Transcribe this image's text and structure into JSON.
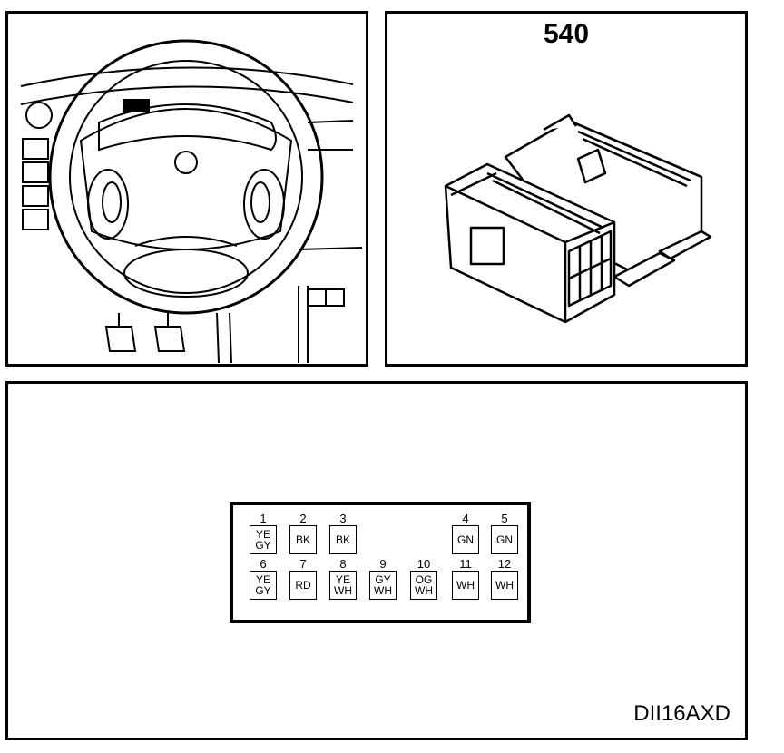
{
  "connector": {
    "number": "540",
    "figure_code": "DII16AXD"
  },
  "pins": [
    {
      "num": "1",
      "colors": [
        "YE",
        "GY"
      ]
    },
    {
      "num": "2",
      "colors": [
        "BK"
      ]
    },
    {
      "num": "3",
      "colors": [
        "BK"
      ]
    },
    {
      "num": "4",
      "colors": [
        "GN"
      ]
    },
    {
      "num": "5",
      "colors": [
        "GN"
      ]
    },
    {
      "num": "6",
      "colors": [
        "YE",
        "GY"
      ]
    },
    {
      "num": "7",
      "colors": [
        "RD"
      ]
    },
    {
      "num": "8",
      "colors": [
        "YE",
        "WH"
      ]
    },
    {
      "num": "9",
      "colors": [
        "GY",
        "WH"
      ]
    },
    {
      "num": "10",
      "colors": [
        "OG",
        "WH"
      ]
    },
    {
      "num": "11",
      "colors": [
        "WH"
      ]
    },
    {
      "num": "12",
      "colors": [
        "WH"
      ]
    }
  ]
}
